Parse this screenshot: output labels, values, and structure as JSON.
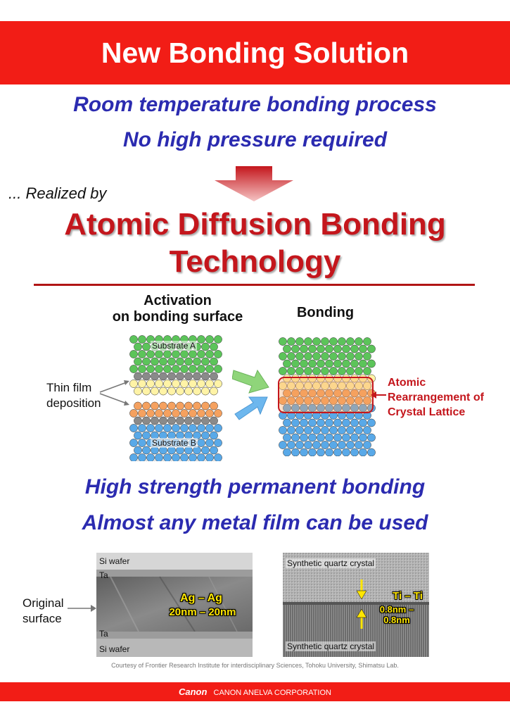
{
  "header": {
    "title": "New Bonding Solution"
  },
  "intro": {
    "line1": "Room temperature bonding process",
    "line2": "No high pressure required"
  },
  "realized_by": "... Realized by",
  "technology": {
    "line1": "Atomic Diffusion Bonding",
    "line2": "Technology"
  },
  "diagram": {
    "activation_title_1": "Activation",
    "activation_title_2": "on bonding surface",
    "bonding_title": "Bonding",
    "substrate_a": "Substrate A",
    "substrate_b": "Substrate B",
    "thin_film_1": "Thin film",
    "thin_film_2": "deposition",
    "rearr_1": "Atomic",
    "rearr_2": "Rearrangement of",
    "rearr_3": "Crystal Lattice",
    "colors": {
      "green": "#5cc45a",
      "yellow": "#fff3a6",
      "gray": "#8a8a8a",
      "orange": "#f5a15f",
      "blue": "#59a9e8",
      "red_box": "#c4161c"
    }
  },
  "benefits": {
    "line1": "High strength permanent bonding",
    "line2": "Almost any metal film can be used"
  },
  "photos": {
    "left": {
      "top_label": "Si wafer",
      "ta_top": "Ta",
      "center_1": "Ag – Ag",
      "center_2": "20nm – 20nm",
      "ta_bottom": "Ta",
      "bottom_label": "Si wafer"
    },
    "original_1": "Original",
    "original_2": "surface",
    "right": {
      "top_label": "Synthetic quartz crystal",
      "center_1": "Ti – Ti",
      "center_2": "0.8nm – 0.8nm",
      "bottom_label": "Synthetic quartz crystal"
    }
  },
  "courtesy": "Courtesy of Frontier Research Institute for interdisciplinary Sciences,   Tohoku University, Shimatsu Lab.",
  "footer": {
    "logo": "Canon",
    "company": "CANON ANELVA CORPORATION"
  }
}
